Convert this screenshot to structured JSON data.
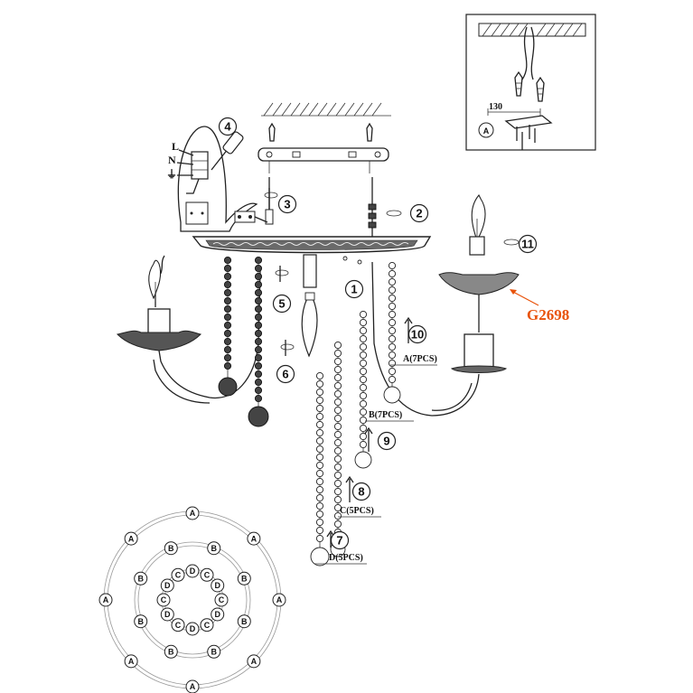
{
  "wiring": {
    "live": "L",
    "neutral": "N",
    "earth_symbol": "⏚"
  },
  "inset": {
    "dimension": "130",
    "badge": "A"
  },
  "steps": [
    "1",
    "2",
    "3",
    "4",
    "5",
    "6",
    "7",
    "8",
    "9",
    "10",
    "11"
  ],
  "strands": {
    "a": "A(7PCS)",
    "b": "B(7PCS)",
    "c": "C(5PCS)",
    "d": "D(5PCS)"
  },
  "part_code": "G2698",
  "rings": {
    "outer": "A",
    "middle": "B",
    "inner_c": "C",
    "inner_d": "D"
  },
  "colors": {
    "accent": "#e8520a",
    "line": "#222222"
  }
}
